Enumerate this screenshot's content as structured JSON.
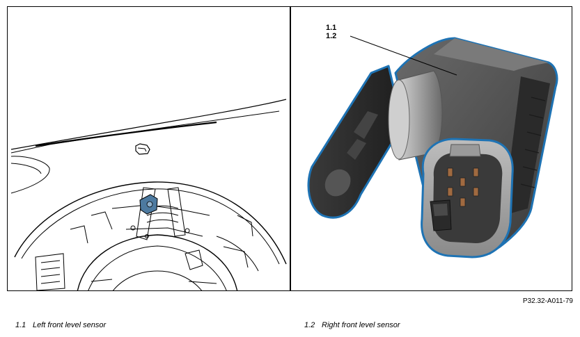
{
  "figure": {
    "callouts": [
      "1.1",
      "1.2"
    ],
    "code": "P32.32-A011-79"
  },
  "legend": [
    {
      "num": "1.1",
      "text": "Left front level sensor"
    },
    {
      "num": "1.2",
      "text": "Right front level sensor"
    }
  ],
  "colors": {
    "sensor_outline": "#1e73b4",
    "sensor_body": "#5a5a5a",
    "sensor_dark": "#2a2a2a",
    "sensor_light": "#bdbdbd",
    "highlight_left": "#4d7aa0"
  }
}
